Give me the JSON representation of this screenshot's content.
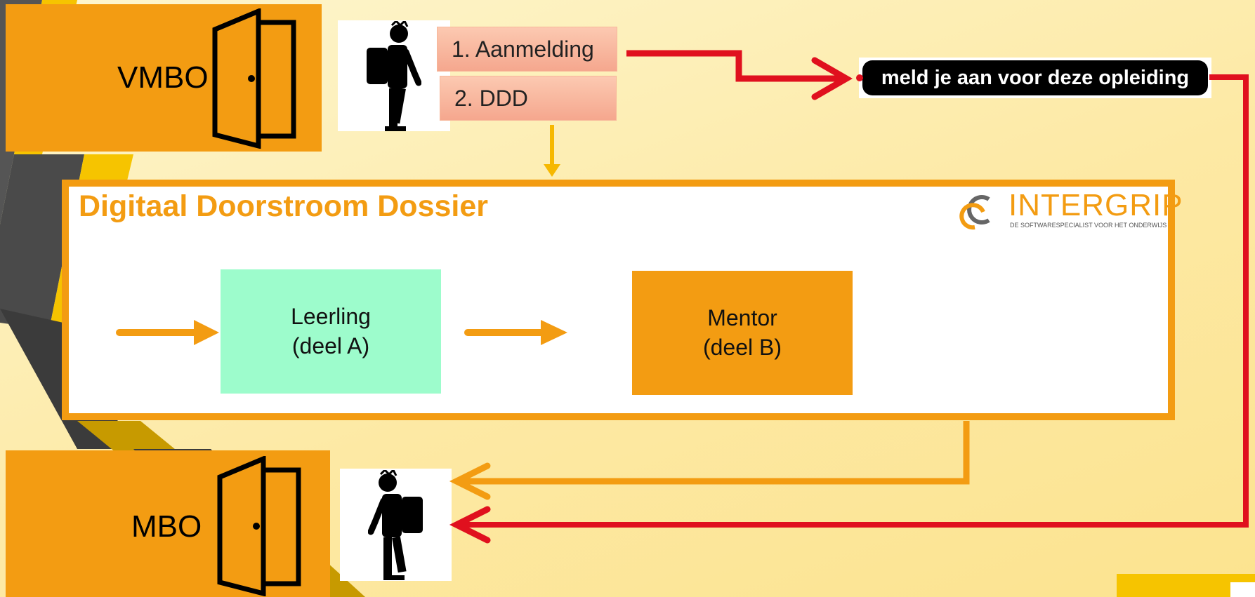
{
  "vmbo": {
    "label": "VMBO"
  },
  "mbo": {
    "label": "MBO"
  },
  "steps": {
    "step1": "1. Aanmelding",
    "step2": "2. DDD"
  },
  "meld": {
    "text": "meld je aan voor deze opleiding"
  },
  "dossier": {
    "title": "Digitaal Doorstroom Dossier",
    "leerling_line1": "Leerling",
    "leerling_line2": "(deel A)",
    "mentor_line1": "Mentor",
    "mentor_line2": "(deel B)"
  },
  "logo": {
    "name": "INTERGRIP",
    "tagline": "DE SOFTWARESPECIALIST VOOR HET ONDERWIJS"
  },
  "colors": {
    "orange": "#f39c12",
    "red": "#e0101e",
    "mint": "#9dfccc",
    "dark": "#000000"
  },
  "icons": [
    "door-icon",
    "student-icon"
  ]
}
